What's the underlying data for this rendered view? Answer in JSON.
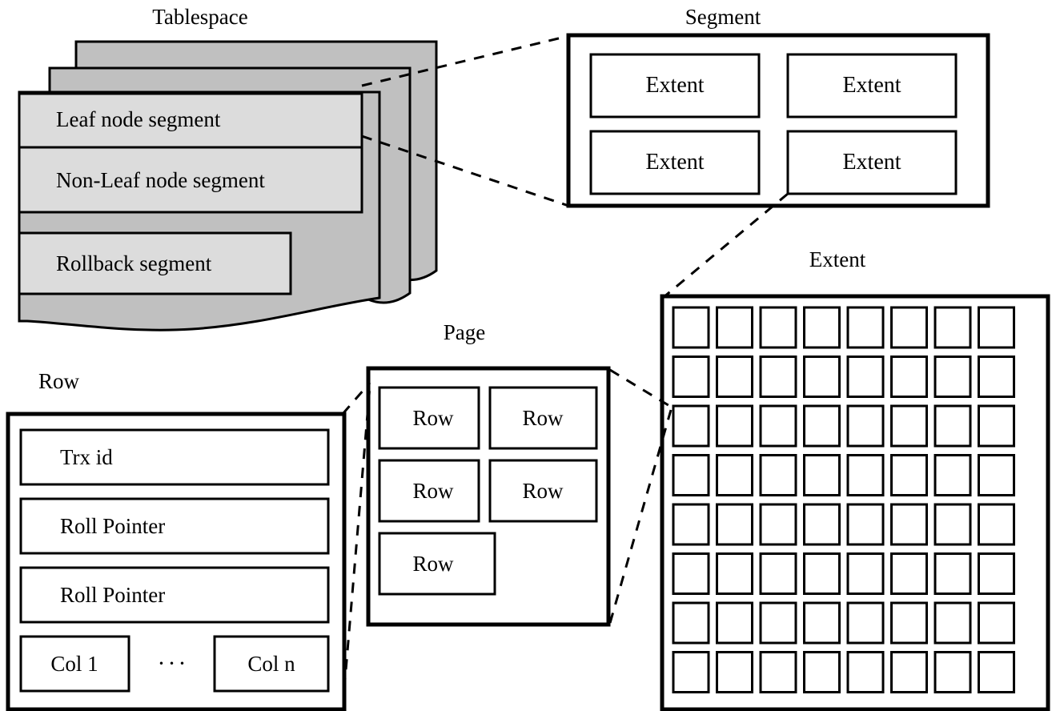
{
  "diagram": {
    "title_tablespace": "Tablespace",
    "title_segment": "Segment",
    "title_extent": "Extent",
    "title_page": "Page",
    "title_row": "Row",
    "colors": {
      "back_layer_fill": "#c0c0c0",
      "segment_fill": "#dcdcdc",
      "stroke": "#000000",
      "background": "#ffffff"
    }
  },
  "tablespace": {
    "label": "Tablespace",
    "segments": [
      {
        "label": "Leaf node segment"
      },
      {
        "label": "Non-Leaf node segment"
      },
      {
        "label": "Rollback segment"
      }
    ]
  },
  "segment": {
    "label": "Segment",
    "extents": [
      {
        "label": "Extent"
      },
      {
        "label": "Extent"
      },
      {
        "label": "Extent"
      },
      {
        "label": "Extent"
      }
    ]
  },
  "extent": {
    "label": "Extent",
    "grid_rows": 8,
    "grid_cols": 8,
    "cell_count": 64
  },
  "page": {
    "label": "Page",
    "rows": [
      {
        "label": "Row"
      },
      {
        "label": "Row"
      },
      {
        "label": "Row"
      },
      {
        "label": "Row"
      },
      {
        "label": "Row"
      }
    ]
  },
  "row": {
    "label": "Row",
    "fields": [
      {
        "label": "Trx id"
      },
      {
        "label": "Roll Pointer"
      },
      {
        "label": "Roll Pointer"
      }
    ],
    "columns": {
      "first": "Col 1",
      "ellipsis": "···",
      "last": "Col n"
    }
  }
}
